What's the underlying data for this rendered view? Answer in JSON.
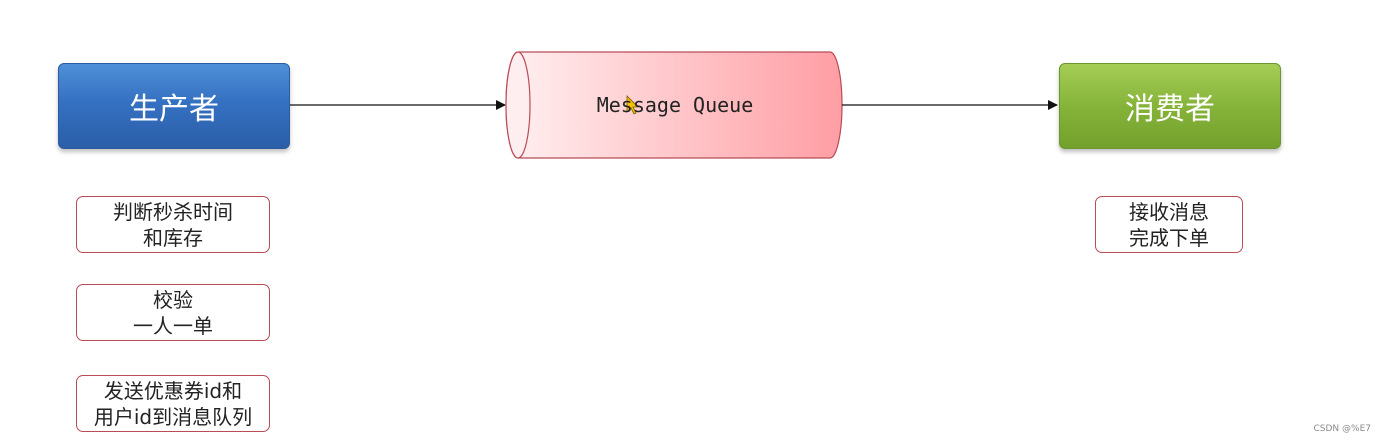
{
  "producer": {
    "label": "生产者"
  },
  "consumer": {
    "label": "消费者"
  },
  "queue": {
    "label": "Message Queue"
  },
  "producer_notes": [
    {
      "lines": [
        "判断秒杀时间",
        "和库存"
      ]
    },
    {
      "lines": [
        "校验",
        "一人一单"
      ]
    },
    {
      "lines": [
        "发送优惠券id和",
        "用户id到消息队列"
      ]
    }
  ],
  "consumer_notes": [
    {
      "lines": [
        "接收消息",
        "完成下单"
      ]
    }
  ],
  "watermark": "CSDN @%E7",
  "colors": {
    "producer": "#3571c2",
    "consumer": "#86b43a",
    "queue_start": "#ffe6e8",
    "queue_end": "#ff9ea4",
    "note_border": "#b84c57"
  }
}
